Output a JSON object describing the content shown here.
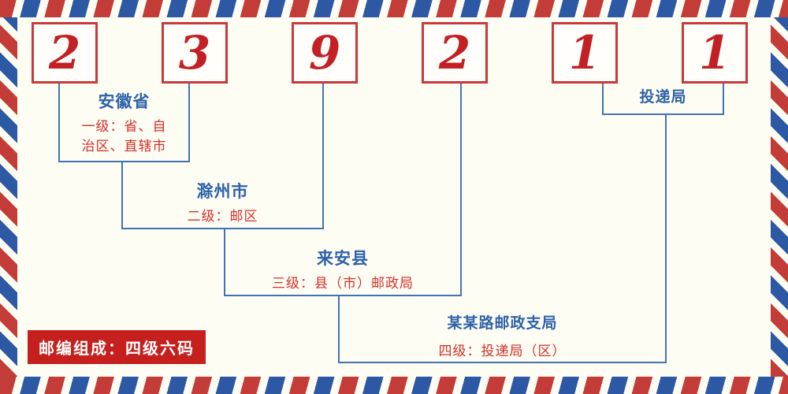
{
  "postal_code": {
    "digits": [
      "2",
      "3",
      "9",
      "2",
      "1",
      "1"
    ]
  },
  "annotations": {
    "level1": {
      "title": "安徽省",
      "desc": "一级：省、自治区、直辖市"
    },
    "level2": {
      "title": "滁州市",
      "desc": "二级：邮区"
    },
    "level3": {
      "title": "来安县",
      "desc": "三级：县（市）邮政局"
    },
    "level4": {
      "title": "某某路邮政支局",
      "desc": "四级：投递局（区）"
    },
    "delivery": {
      "title": "投递局"
    }
  },
  "footer": {
    "badge_label": "邮编组成：四级六码"
  },
  "colors": {
    "digit_red": "#c32026",
    "text_blue": "#2e62a8",
    "text_red": "#d3302a",
    "line_blue": "#4173b2",
    "badge_bg": "#c5201d",
    "stripe_red": "#c43c38",
    "stripe_blue": "#2d59a4",
    "background": "#fefdf4"
  }
}
